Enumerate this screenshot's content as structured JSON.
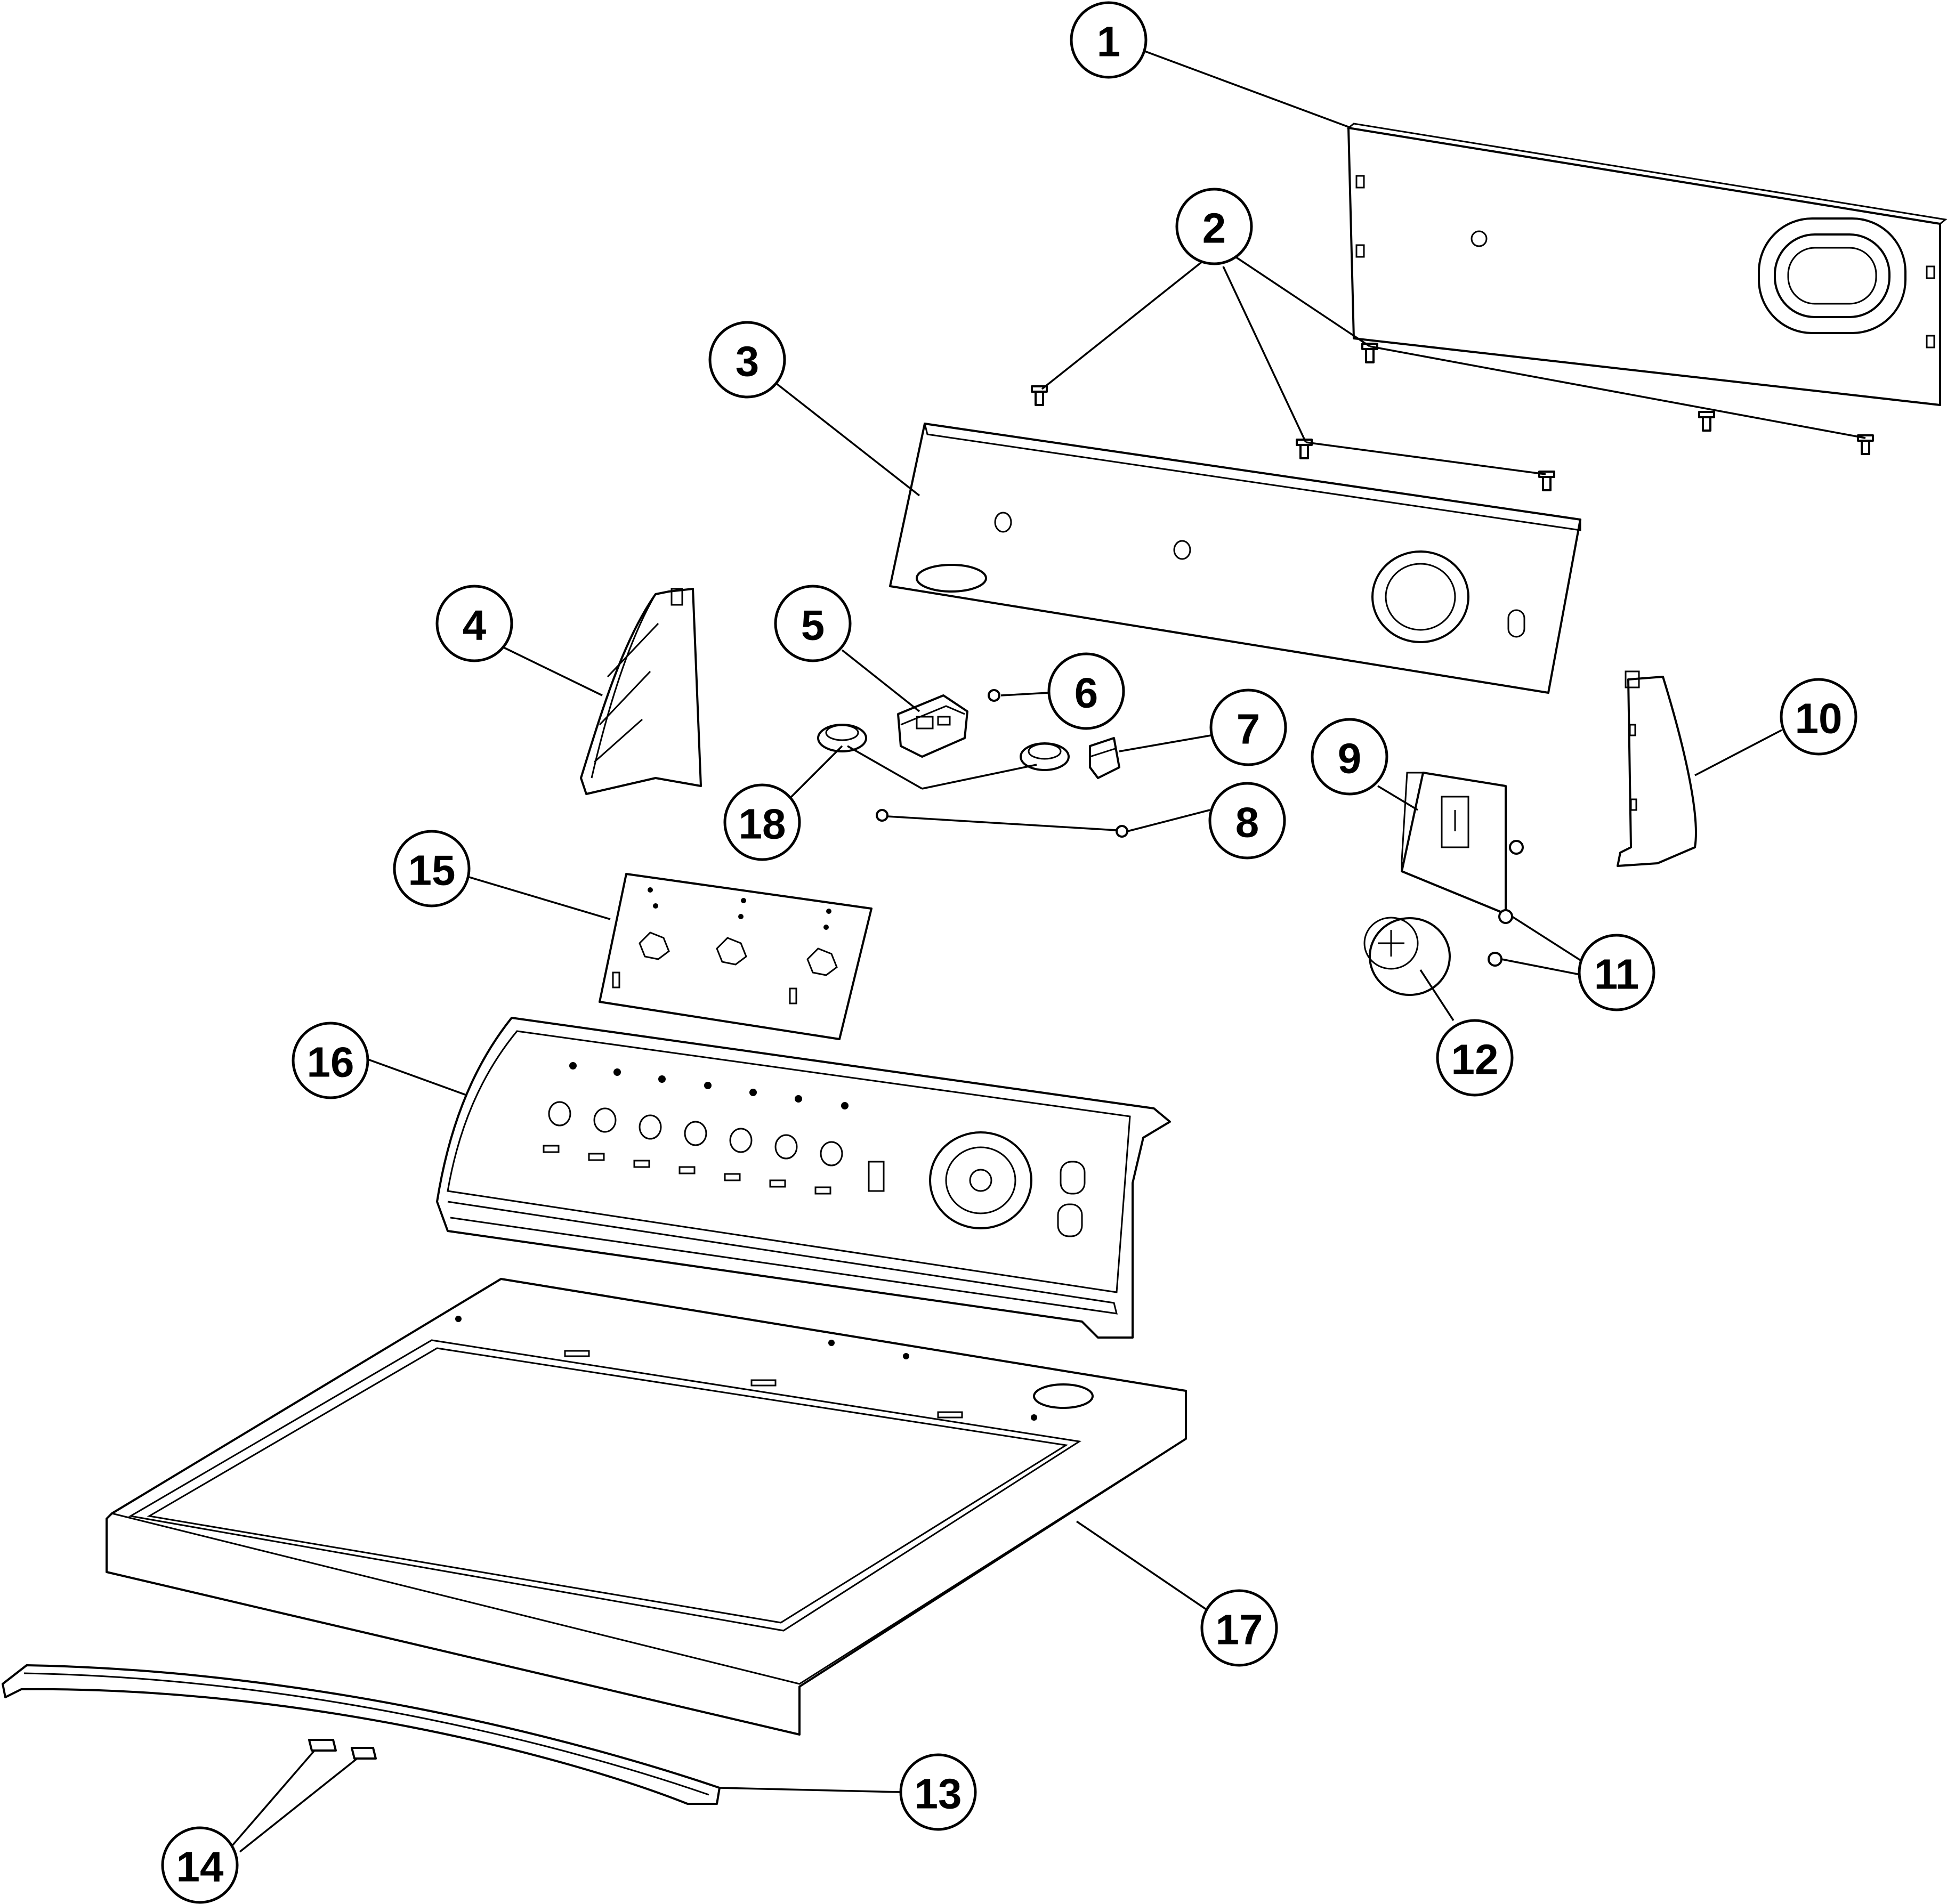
{
  "callouts": [
    {
      "id": "1",
      "label": "1"
    },
    {
      "id": "2",
      "label": "2"
    },
    {
      "id": "3",
      "label": "3"
    },
    {
      "id": "4",
      "label": "4"
    },
    {
      "id": "5",
      "label": "5"
    },
    {
      "id": "6",
      "label": "6"
    },
    {
      "id": "7",
      "label": "7"
    },
    {
      "id": "8",
      "label": "8"
    },
    {
      "id": "9",
      "label": "9"
    },
    {
      "id": "10",
      "label": "10"
    },
    {
      "id": "11",
      "label": "11"
    },
    {
      "id": "12",
      "label": "12"
    },
    {
      "id": "13",
      "label": "13"
    },
    {
      "id": "14",
      "label": "14"
    },
    {
      "id": "15",
      "label": "15"
    },
    {
      "id": "16",
      "label": "16"
    },
    {
      "id": "17",
      "label": "17"
    },
    {
      "id": "18",
      "label": "18"
    }
  ],
  "colors": {
    "line": "#000000",
    "background": "#ffffff"
  }
}
